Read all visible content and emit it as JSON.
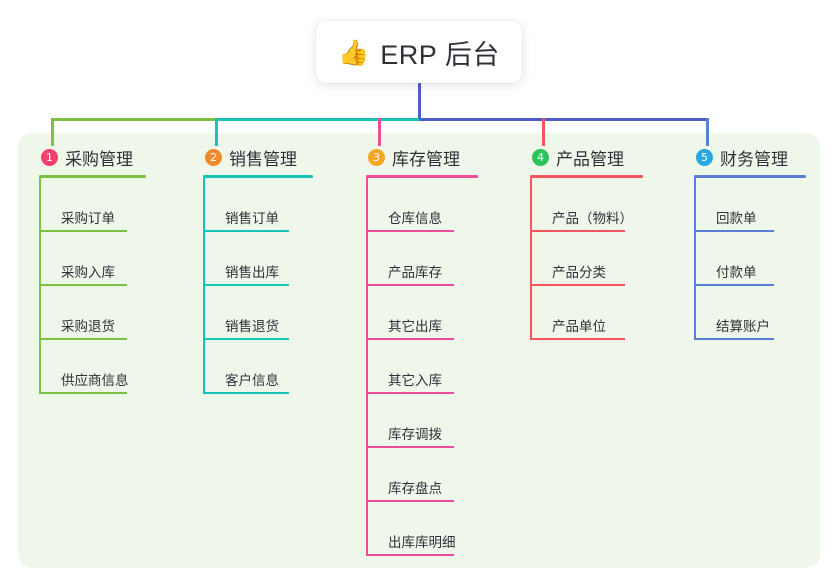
{
  "diagram": {
    "title": "ERP 后台",
    "type": "mind-map",
    "canvas_bg": "#ffffff",
    "panel_bg": "#eef7e9"
  },
  "root": {
    "emoji": "👍",
    "emoji_name": "thumbs-up-icon",
    "label": "ERP 后台",
    "connector_color": "#4e5bc8"
  },
  "branches": [
    {
      "index": "1",
      "badge": "1",
      "badge_color": "#f0426c",
      "line_color": "#7cc142",
      "label": "采购管理",
      "items": [
        {
          "label": "采购订单"
        },
        {
          "label": "采购入库"
        },
        {
          "label": "采购退货"
        },
        {
          "label": "供应商信息"
        }
      ]
    },
    {
      "index": "2",
      "badge": "2",
      "badge_color": "#f08a2c",
      "line_color": "#17c4b5",
      "label": "销售管理",
      "items": [
        {
          "label": "销售订单"
        },
        {
          "label": "销售出库"
        },
        {
          "label": "销售退货"
        },
        {
          "label": "客户信息"
        }
      ]
    },
    {
      "index": "3",
      "badge": "3",
      "badge_color": "#f5a623",
      "line_color": "#ec4d9b",
      "label": "库存管理",
      "items": [
        {
          "label": "仓库信息"
        },
        {
          "label": "产品库存"
        },
        {
          "label": "其它出库"
        },
        {
          "label": "其它入库"
        },
        {
          "label": "库存调拨"
        },
        {
          "label": "库存盘点"
        },
        {
          "label": "出库库明细"
        }
      ]
    },
    {
      "index": "4",
      "badge": "4",
      "badge_color": "#2fc25b",
      "line_color": "#f4565b",
      "label": "产品管理",
      "items": [
        {
          "label": "产品（物料）"
        },
        {
          "label": "产品分类"
        },
        {
          "label": "产品单位"
        }
      ]
    },
    {
      "index": "5",
      "badge": "5",
      "badge_color": "#29a8e0",
      "line_color": "#5b7fd4",
      "label": "财务管理",
      "items": [
        {
          "label": "回款单"
        },
        {
          "label": "付款单"
        },
        {
          "label": "结算账户"
        }
      ]
    }
  ]
}
